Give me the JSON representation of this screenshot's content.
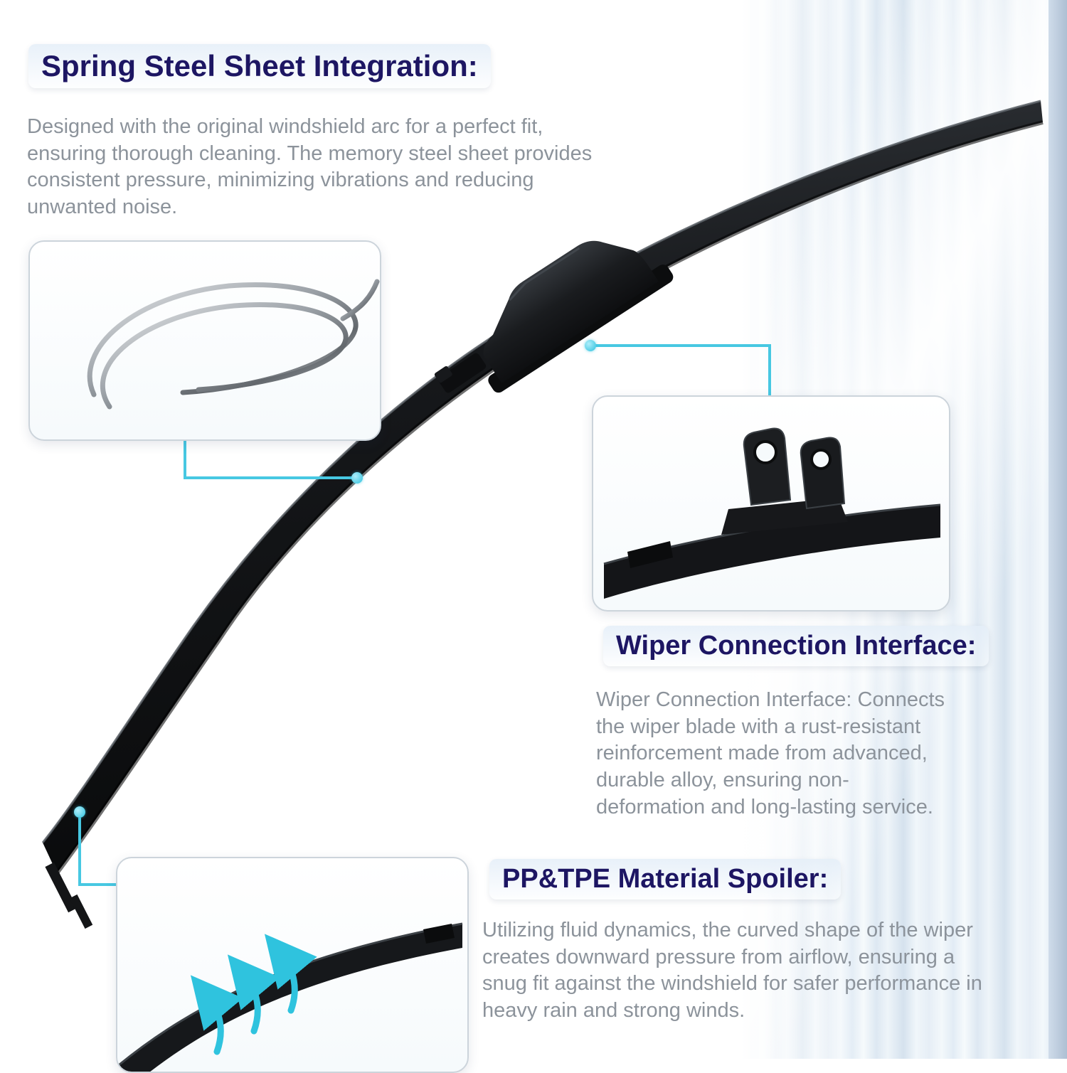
{
  "colors": {
    "heading_navy": "#1d1663",
    "body_gray": "#8c939b",
    "accent_cyan": "#47c8e2",
    "blade_black": "#141518"
  },
  "sections": {
    "spring_steel": {
      "heading": "Spring Steel Sheet Integration:",
      "body": "Designed with the original windshield arc for a perfect fit, ensuring thorough cleaning. The memory steel sheet provides consistent pressure, minimizing vibrations and reducing unwanted noise."
    },
    "connection_interface": {
      "heading": "Wiper Connection Interface:",
      "body": "Wiper Connection Interface: Connects the wiper blade with a rust-resistant reinforcement made from advanced, durable alloy, ensuring non-deformation and long-lasting service."
    },
    "spoiler": {
      "heading": "PP&TPE Material Spoiler:",
      "body": "Utilizing fluid dynamics, the curved shape of the wiper creates downward pressure from airflow, ensuring a snug fit against the windshield for safer performance in heavy rain and strong winds."
    }
  },
  "illustrations": {
    "blade": "curved-beam-wiper-blade",
    "steel_sheet": "spring-steel-sheet-loops",
    "connection": "wiper-connector-claw-closeup",
    "spoiler": "spoiler-cross-section-airflow-arrows"
  }
}
